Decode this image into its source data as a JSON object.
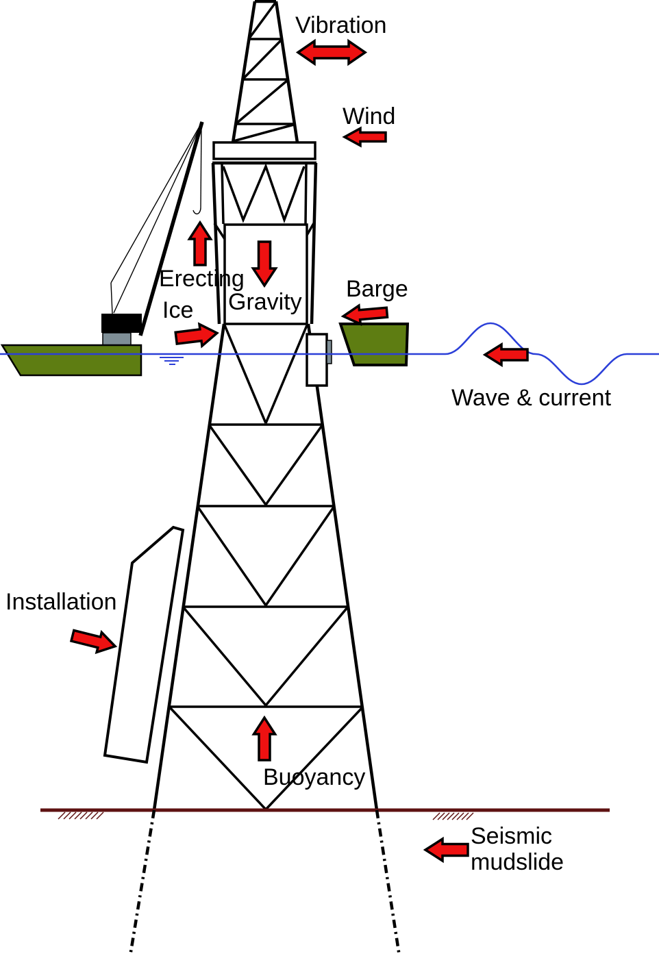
{
  "labels": {
    "vibration": "Vibration",
    "wind": "Wind",
    "erecting": "Erecting",
    "ice": "Ice",
    "gravity": "Gravity",
    "barge": "Barge",
    "wave_current": "Wave & current",
    "installation": "Installation",
    "buoyancy": "Buoyancy",
    "seismic_line1": "Seismic",
    "seismic_line2": "mudslide"
  },
  "forces": [
    {
      "id": "vibration",
      "label": "Vibration",
      "direction": "horizontal-both"
    },
    {
      "id": "wind",
      "label": "Wind",
      "direction": "left"
    },
    {
      "id": "erecting",
      "label": "Erecting",
      "direction": "up"
    },
    {
      "id": "ice",
      "label": "Ice",
      "direction": "right"
    },
    {
      "id": "gravity",
      "label": "Gravity",
      "direction": "down"
    },
    {
      "id": "barge",
      "label": "Barge",
      "direction": "left"
    },
    {
      "id": "wave_current",
      "label": "Wave & current",
      "direction": "left"
    },
    {
      "id": "installation",
      "label": "Installation",
      "direction": "right-down"
    },
    {
      "id": "buoyancy",
      "label": "Buoyancy",
      "direction": "up"
    },
    {
      "id": "seismic_mudslide",
      "label": "Seismic mudslide",
      "direction": "left"
    }
  ],
  "colors": {
    "arrow_red": "#ee1111",
    "outline_black": "#000000",
    "vessel_green": "#5e7d12",
    "water_blue": "#2b3fd8",
    "seabed_brown": "#5e1212",
    "cabin_gray": "#7e8e96",
    "background": "#ffffff"
  }
}
